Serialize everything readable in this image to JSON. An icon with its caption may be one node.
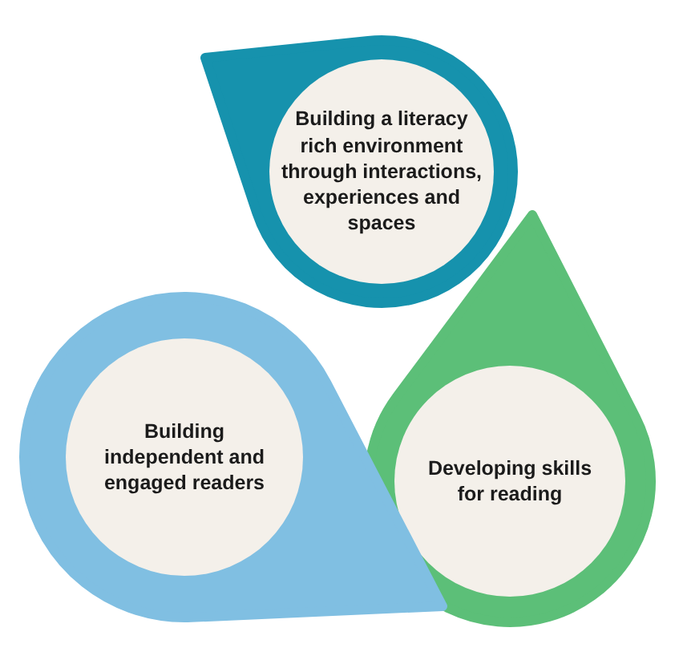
{
  "diagram": {
    "nodes": [
      {
        "text": [
          "Building a literacy rich environment through interactions, experiences and spaces"
        ]
      },
      {
        "text": [
          "Developing skills for reading"
        ]
      },
      {
        "text": [
          "Building independent and engaged readers"
        ]
      }
    ]
  }
}
